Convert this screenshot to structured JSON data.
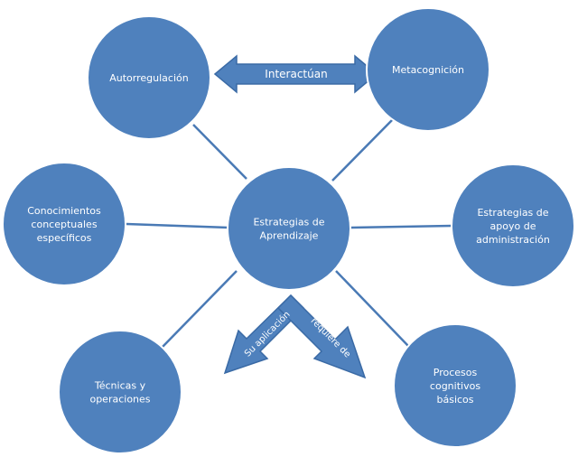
{
  "diagram": {
    "center": {
      "lines": [
        "Estrategias de",
        "Aprendizaje"
      ]
    },
    "nodes": [
      {
        "id": "autorregulacion",
        "lines": [
          "Autorregulación"
        ]
      },
      {
        "id": "metacognicion",
        "lines": [
          "Metacognición"
        ]
      },
      {
        "id": "conocimientos",
        "lines": [
          "Conocimientos",
          "conceptuales",
          "específicos"
        ]
      },
      {
        "id": "apoyo",
        "lines": [
          "Estrategias de",
          "apoyo de",
          "administración"
        ]
      },
      {
        "id": "tecnicas",
        "lines": [
          "Técnicas y",
          "operaciones"
        ]
      },
      {
        "id": "procesos",
        "lines": [
          "Procesos",
          "cognitivos",
          "básicos"
        ]
      }
    ],
    "top_arrow_label": "Interactúan",
    "chevron_labels": {
      "left": "Su aplicación",
      "right": "requiere de"
    },
    "colors": {
      "circle_fill": "#4f81bd",
      "circle_stroke": "#ffffff",
      "connector": "#4a7ab5",
      "arrow_fill": "#4f81bd",
      "arrow_stroke": "#3a6aa5",
      "text": "#ffffff"
    }
  }
}
